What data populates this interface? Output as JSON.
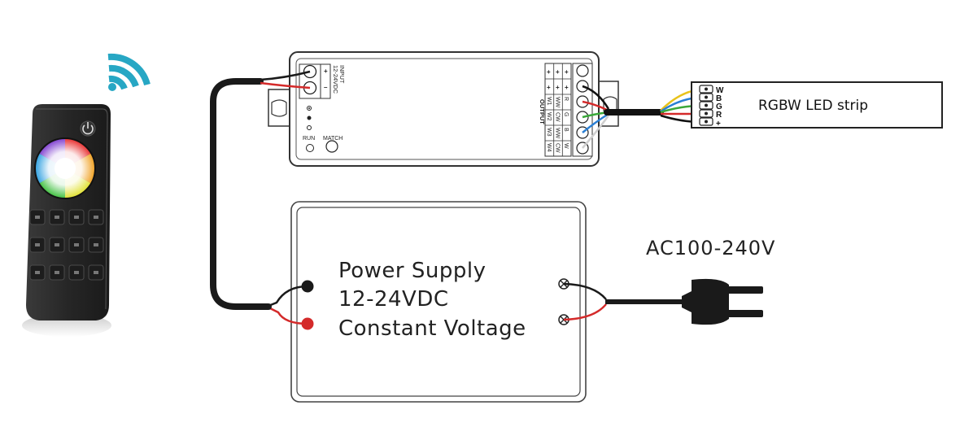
{
  "remote": {
    "zone_keys": [
      "",
      "",
      "",
      "",
      "",
      "",
      "",
      "",
      "",
      "",
      "",
      ""
    ]
  },
  "controller": {
    "input_label": "INPUT",
    "input_voltage": "12-24VDC",
    "input_plus": "+",
    "input_minus": "–",
    "output_label": "OUTPUT",
    "run_label": "RUN",
    "match_label": "MATCH",
    "output_columns": [
      [
        "W1",
        "W2",
        "W3",
        "W4"
      ],
      [
        "WW",
        "CW",
        "WW",
        "CW"
      ],
      [
        "R",
        "G",
        "B",
        "W"
      ]
    ]
  },
  "strip": {
    "label": "RGBW LED strip",
    "pins": [
      "W",
      "B",
      "G",
      "R",
      "+"
    ]
  },
  "power_supply": {
    "line1": "Power Supply",
    "line2": "12-24VDC",
    "line3": "Constant Voltage"
  },
  "ac": {
    "label": "AC100-240V"
  },
  "colors": {
    "wire_black": "#1a1a1a",
    "wire_red": "#d42a2a",
    "wire_white": "#e8e8e8",
    "wire_blue": "#2a7fd4",
    "wire_green": "#3aa83a",
    "wire_yellow": "#e8c21a",
    "signal": "#27a7c4",
    "remote_body": "#2a2a2a"
  }
}
